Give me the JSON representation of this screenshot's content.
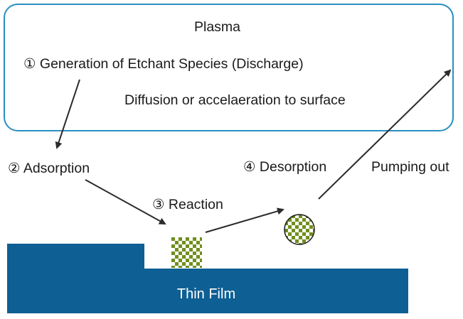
{
  "plasma": {
    "title": "Plasma"
  },
  "steps": {
    "generation": "① Generation of Etchant Species (Discharge)",
    "diffusion": "Diffusion or accelaeration to surface",
    "adsorption": "② Adsorption",
    "reaction": "③ Reaction",
    "desorption": "④ Desorption",
    "pumping": "Pumping out"
  },
  "substrate": {
    "label": "Thin Film"
  },
  "colors": {
    "plasma_border": "#2a8fc0",
    "thin_film": "#0e5f93",
    "particle_green": "#6f8f1e",
    "arrow": "#2b2b2b"
  }
}
